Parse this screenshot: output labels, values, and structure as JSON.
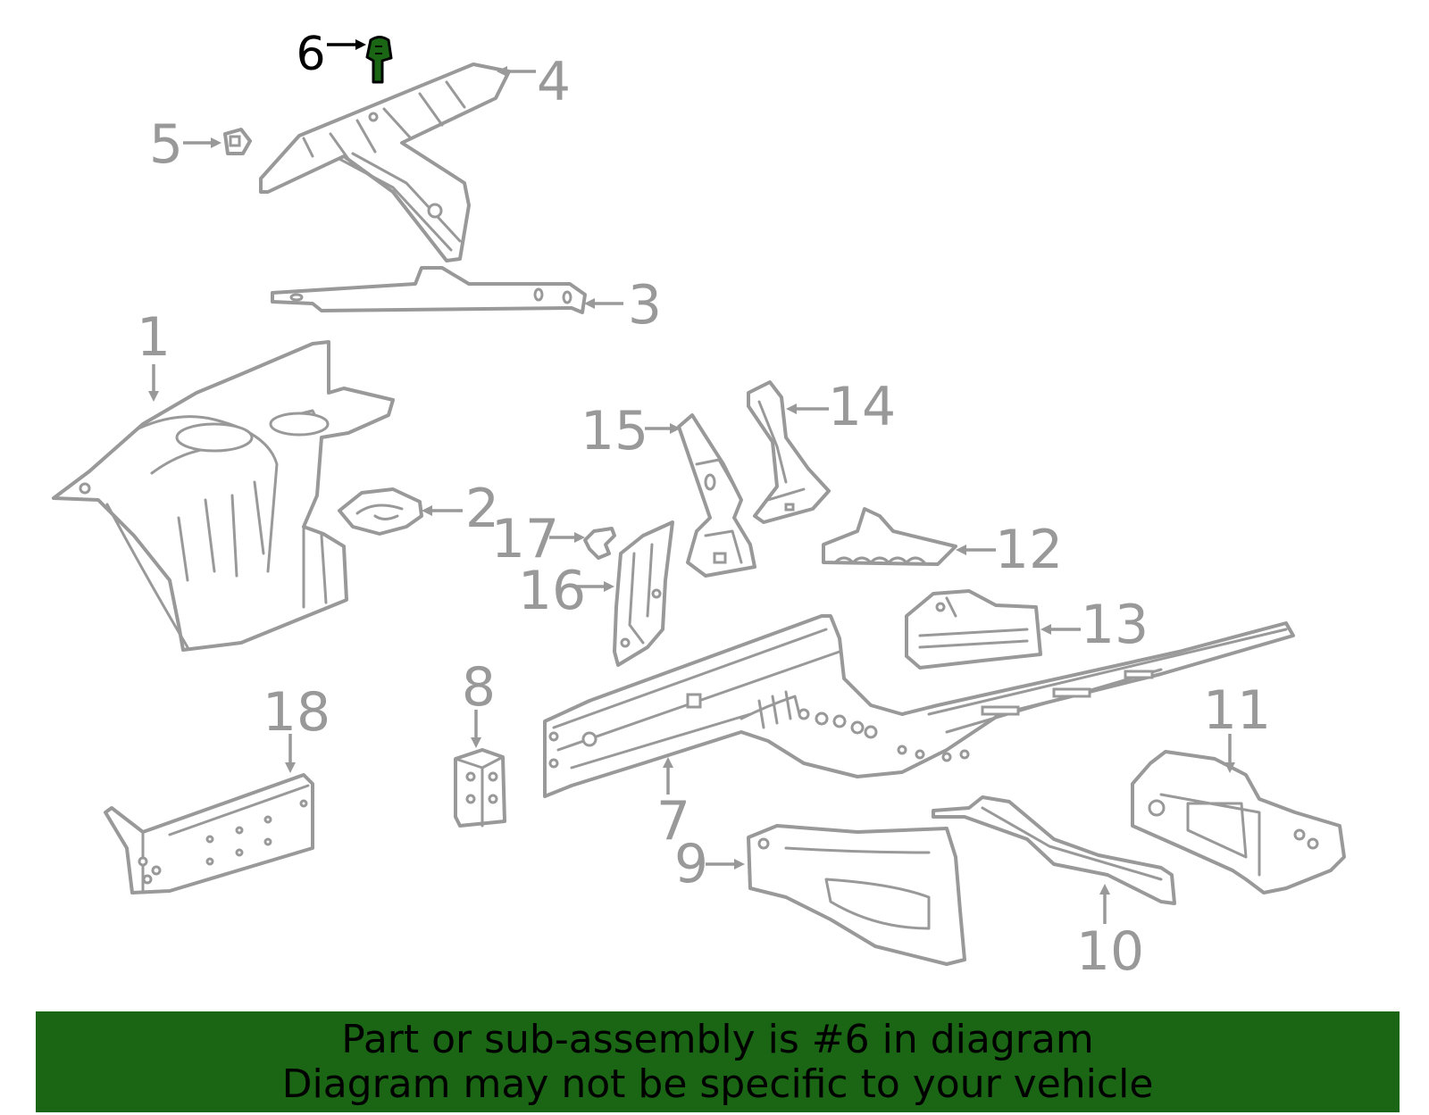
{
  "diagram": {
    "highlight_color": "#1a6614",
    "line_color": "#999999",
    "highlighted_part": "6",
    "callouts": [
      "1",
      "2",
      "3",
      "4",
      "5",
      "6",
      "7",
      "8",
      "9",
      "10",
      "11",
      "12",
      "13",
      "14",
      "15",
      "16",
      "17",
      "18"
    ]
  },
  "banner": {
    "line1": "Part or sub-assembly is #6 in diagram",
    "line2": "Diagram may not be specific to your vehicle"
  }
}
